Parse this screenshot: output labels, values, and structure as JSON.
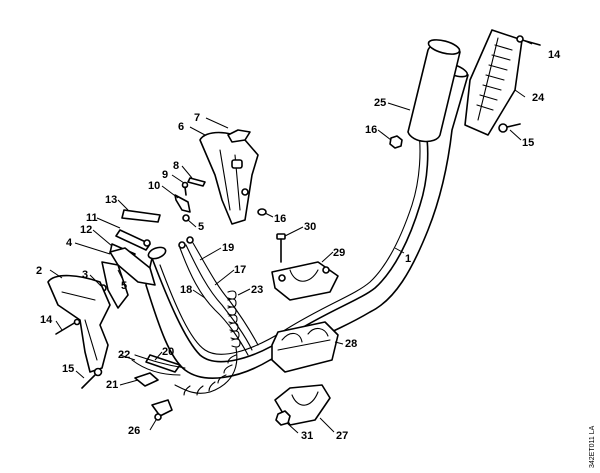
{
  "diagram": {
    "callouts": [
      {
        "id": "1",
        "label": "1"
      },
      {
        "id": "2",
        "label": "2"
      },
      {
        "id": "3",
        "label": "3"
      },
      {
        "id": "4",
        "label": "4"
      },
      {
        "id": "5a",
        "label": "5"
      },
      {
        "id": "5b",
        "label": "5"
      },
      {
        "id": "6",
        "label": "6"
      },
      {
        "id": "7",
        "label": "7"
      },
      {
        "id": "8",
        "label": "8"
      },
      {
        "id": "9",
        "label": "9"
      },
      {
        "id": "10",
        "label": "10"
      },
      {
        "id": "11",
        "label": "11"
      },
      {
        "id": "12",
        "label": "12"
      },
      {
        "id": "13",
        "label": "13"
      },
      {
        "id": "14a",
        "label": "14"
      },
      {
        "id": "14b",
        "label": "14"
      },
      {
        "id": "15a",
        "label": "15"
      },
      {
        "id": "15b",
        "label": "15"
      },
      {
        "id": "16a",
        "label": "16"
      },
      {
        "id": "16b",
        "label": "16"
      },
      {
        "id": "17",
        "label": "17"
      },
      {
        "id": "18",
        "label": "18"
      },
      {
        "id": "19",
        "label": "19"
      },
      {
        "id": "20",
        "label": "20"
      },
      {
        "id": "21",
        "label": "21"
      },
      {
        "id": "22",
        "label": "22"
      },
      {
        "id": "23",
        "label": "23"
      },
      {
        "id": "24",
        "label": "24"
      },
      {
        "id": "25",
        "label": "25"
      },
      {
        "id": "26",
        "label": "26"
      },
      {
        "id": "27",
        "label": "27"
      },
      {
        "id": "28",
        "label": "28"
      },
      {
        "id": "29",
        "label": "29"
      },
      {
        "id": "30",
        "label": "30"
      },
      {
        "id": "31",
        "label": "31"
      }
    ],
    "reference_code": "342ET011 LA"
  }
}
